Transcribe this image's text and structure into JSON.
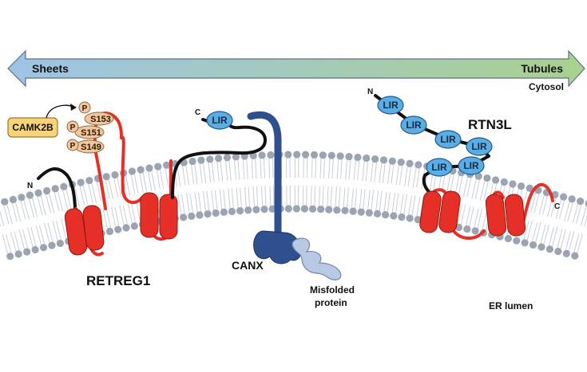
{
  "gradient_bar": {
    "left_label": "Sheets",
    "right_label": "Tubules",
    "left_color": "#9ec3e6",
    "right_color": "#a9d18e"
  },
  "compartments": {
    "cytosol": "Cytosol",
    "er_lumen": "ER lumen"
  },
  "retreg1": {
    "name": "RETREG1",
    "n_terminus": "N",
    "kinase": "CAMK2B",
    "phospho_mark": "P",
    "sites": [
      "S153",
      "S151",
      "S149"
    ],
    "lir": "LIR",
    "c_terminus": "C"
  },
  "canx": {
    "name": "CANX",
    "substrate": [
      "Misfolded",
      "protein"
    ]
  },
  "rtn3l": {
    "name": "RTN3L",
    "n_terminus": "N",
    "c_terminus": "C",
    "lir_domains": [
      "LIR",
      "LIR",
      "LIR",
      "LIR",
      "LIR",
      "LIR"
    ]
  },
  "colors": {
    "membrane_head": "#9aa4b3",
    "membrane_tail": "#c9cfd8",
    "tm_helix": "#e63027",
    "lir_fill": "#5aaee6",
    "canx_fill": "#2f4f8f",
    "misfolded_fill": "#b9c9e4",
    "kinase_fill": "#f7d37c",
    "phospho_fill": "#f2c7a0"
  }
}
